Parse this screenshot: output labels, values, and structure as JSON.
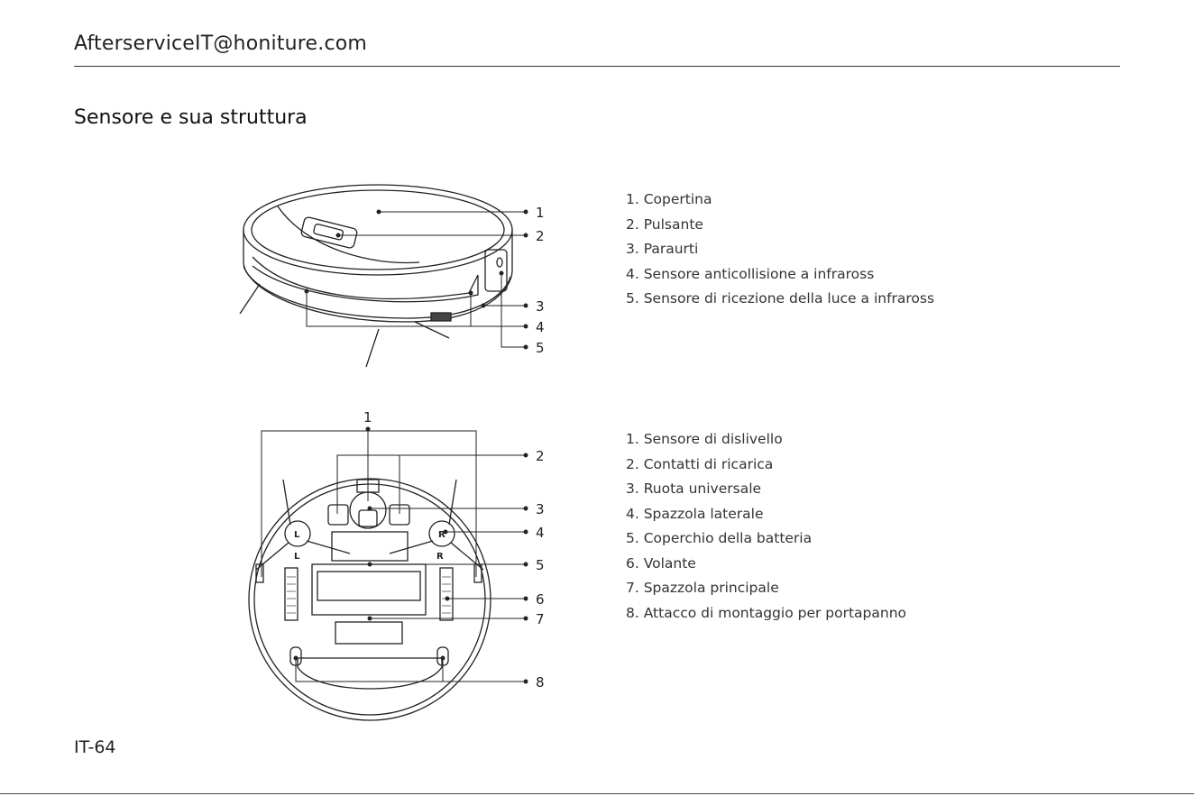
{
  "header": {
    "email": "AfterserviceIT@honiture.com"
  },
  "section": {
    "title": "Sensore e sua struttura"
  },
  "top_view": {
    "callout_numbers": [
      "1",
      "2",
      "3",
      "4",
      "5"
    ],
    "legend": [
      "1. Copertina",
      "2. Pulsante",
      "3. Paraurti",
      "4. Sensore anticollisione a infraross",
      "5. Sensore di ricezione della luce a infraross"
    ]
  },
  "bottom_view": {
    "callout_numbers": [
      "1",
      "2",
      "3",
      "4",
      "5",
      "6",
      "7",
      "8"
    ],
    "wheel_letters": {
      "left_small": "L",
      "left": "L",
      "right_small": "R",
      "right": "R"
    },
    "legend": [
      "1. Sensore di dislivello",
      "2. Contatti di ricarica",
      "3. Ruota universale",
      "4. Spazzola laterale",
      "5. Coperchio della batteria",
      "6. Volante",
      "7. Spazzola principale",
      "8. Attacco di montaggio per portapanno"
    ]
  },
  "footer": {
    "page_number": "IT-64"
  }
}
